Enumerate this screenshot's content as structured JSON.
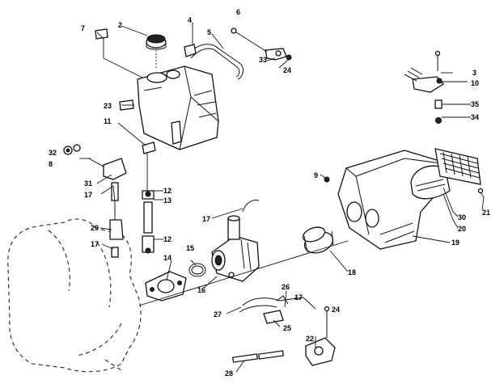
{
  "callouts": [
    {
      "id": "c2",
      "text": "2"
    },
    {
      "id": "c3",
      "text": "3"
    },
    {
      "id": "c4",
      "text": "4"
    },
    {
      "id": "c5",
      "text": "5"
    },
    {
      "id": "c6",
      "text": "6"
    },
    {
      "id": "c7",
      "text": "7"
    },
    {
      "id": "c8",
      "text": "8"
    },
    {
      "id": "c9",
      "text": "9"
    },
    {
      "id": "c10",
      "text": "10"
    },
    {
      "id": "c11",
      "text": "11"
    },
    {
      "id": "c12a",
      "text": "12"
    },
    {
      "id": "c12b",
      "text": "12"
    },
    {
      "id": "c13",
      "text": "13"
    },
    {
      "id": "c14",
      "text": "14"
    },
    {
      "id": "c15",
      "text": "15"
    },
    {
      "id": "c16",
      "text": "16"
    },
    {
      "id": "c17a",
      "text": "17"
    },
    {
      "id": "c17b",
      "text": "17"
    },
    {
      "id": "c17c",
      "text": "17"
    },
    {
      "id": "c17d",
      "text": "17"
    },
    {
      "id": "c18",
      "text": "18"
    },
    {
      "id": "c19",
      "text": "19"
    },
    {
      "id": "c20",
      "text": "20"
    },
    {
      "id": "c21",
      "text": "21"
    },
    {
      "id": "c22",
      "text": "22"
    },
    {
      "id": "c23",
      "text": "23"
    },
    {
      "id": "c24a",
      "text": "24"
    },
    {
      "id": "c24b",
      "text": "24"
    },
    {
      "id": "c25",
      "text": "25"
    },
    {
      "id": "c26",
      "text": "26"
    },
    {
      "id": "c27",
      "text": "27"
    },
    {
      "id": "c28",
      "text": "28"
    },
    {
      "id": "c29",
      "text": "29"
    },
    {
      "id": "c30",
      "text": "30"
    },
    {
      "id": "c31",
      "text": "31"
    },
    {
      "id": "c32",
      "text": "32"
    },
    {
      "id": "c33",
      "text": "33"
    },
    {
      "id": "c34",
      "text": "34"
    },
    {
      "id": "c35",
      "text": "35"
    }
  ]
}
